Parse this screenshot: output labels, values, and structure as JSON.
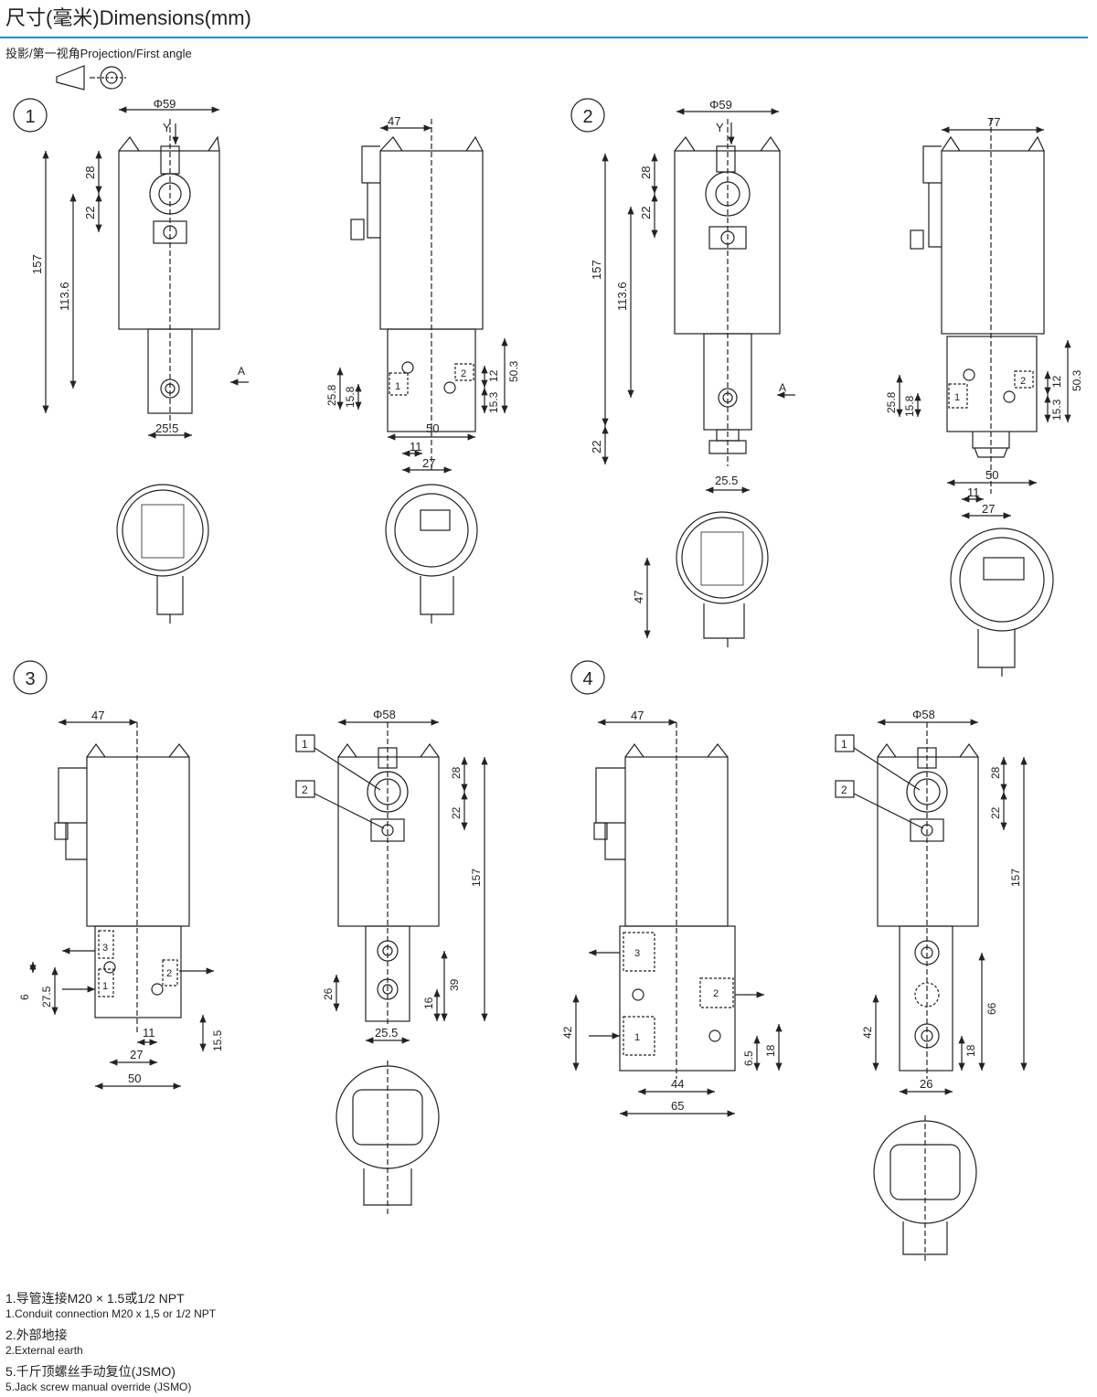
{
  "title": "尺寸(毫米)Dimensions(mm)",
  "projection": "投影/第一视角Projection/First angle",
  "views": {
    "v1": {
      "num": "1",
      "d_phi": "Φ59",
      "d_y": "Y",
      "d_28": "28",
      "d_22": "22",
      "d_157": "157",
      "d_1136": "113.6",
      "d_255": "25.5",
      "d_a": "A",
      "s_47": "47",
      "s_258": "25.8",
      "s_158": "15.8",
      "s_12": "12",
      "s_503": "50.3",
      "s_153": "15.3",
      "s_50": "50",
      "s_11": "11",
      "s_27": "27",
      "s_p1": "1",
      "s_p2": "2"
    },
    "v2": {
      "num": "2",
      "d_phi": "Φ59",
      "d_y": "Y",
      "d_28": "28",
      "d_22": "22",
      "d_157": "157",
      "d_1136": "113.6",
      "d_22b": "22",
      "d_255": "25.5",
      "d_a": "A",
      "d_47": "47",
      "s_77": "77",
      "s_258": "25.8",
      "s_158": "15.8",
      "s_12": "12",
      "s_503": "50.3",
      "s_153": "15.3",
      "s_50": "50",
      "s_11": "11",
      "s_27": "27",
      "s_p1": "1",
      "s_p2": "2"
    },
    "v3": {
      "num": "3",
      "l_47": "47",
      "l_6": "6",
      "l_275": "27.5",
      "l_11": "11",
      "l_27": "27",
      "l_50": "50",
      "l_155": "15.5",
      "l_p3": "3",
      "l_p1": "1",
      "l_p2": "2",
      "r_phi": "Φ58",
      "r_c1": "1",
      "r_c2": "2",
      "r_28": "28",
      "r_22": "22",
      "r_157": "157",
      "r_26": "26",
      "r_39": "39",
      "r_16": "16",
      "r_255": "25.5"
    },
    "v4": {
      "num": "4",
      "l_47": "47",
      "l_42": "42",
      "l_65": "6.5",
      "l_18": "18",
      "l_44": "44",
      "l_65b": "65",
      "l_p3": "3",
      "l_p1": "1",
      "l_p2": "2",
      "r_phi": "Φ58",
      "r_c1": "1",
      "r_c2": "2",
      "r_28": "28",
      "r_22": "22",
      "r_157": "157",
      "r_66": "66",
      "r_42": "42",
      "r_18": "18",
      "r_26": "26"
    }
  },
  "notes": [
    {
      "cn": "1.导管连接M20 × 1.5或1/2 NPT",
      "en": "1.Conduit connection M20 x 1,5 or 1/2 NPT"
    },
    {
      "cn": "2.外部地接",
      "en": "2.External earth"
    },
    {
      "cn": "5.千斤顶螺丝手动复位(JSMO)",
      "en": "5.Jack screw manual override (JSMO)"
    }
  ]
}
